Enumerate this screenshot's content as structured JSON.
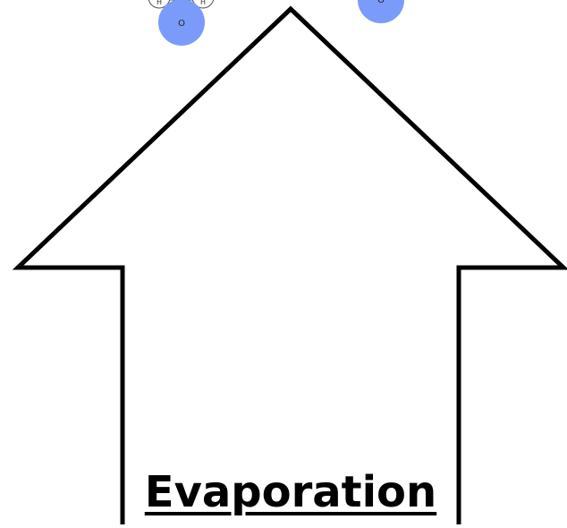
{
  "diagram": {
    "label": "Evaporation",
    "molecules": [
      {
        "center_atom": "O",
        "hydrogen_atoms": [
          "H",
          "H"
        ]
      },
      {
        "center_atom": "O"
      }
    ]
  },
  "colors": {
    "molecule_fill": "#7B9BFA",
    "hydrogen_fill": "#FFFFFF",
    "outline": "#000000",
    "background": "#FFFFFF"
  }
}
